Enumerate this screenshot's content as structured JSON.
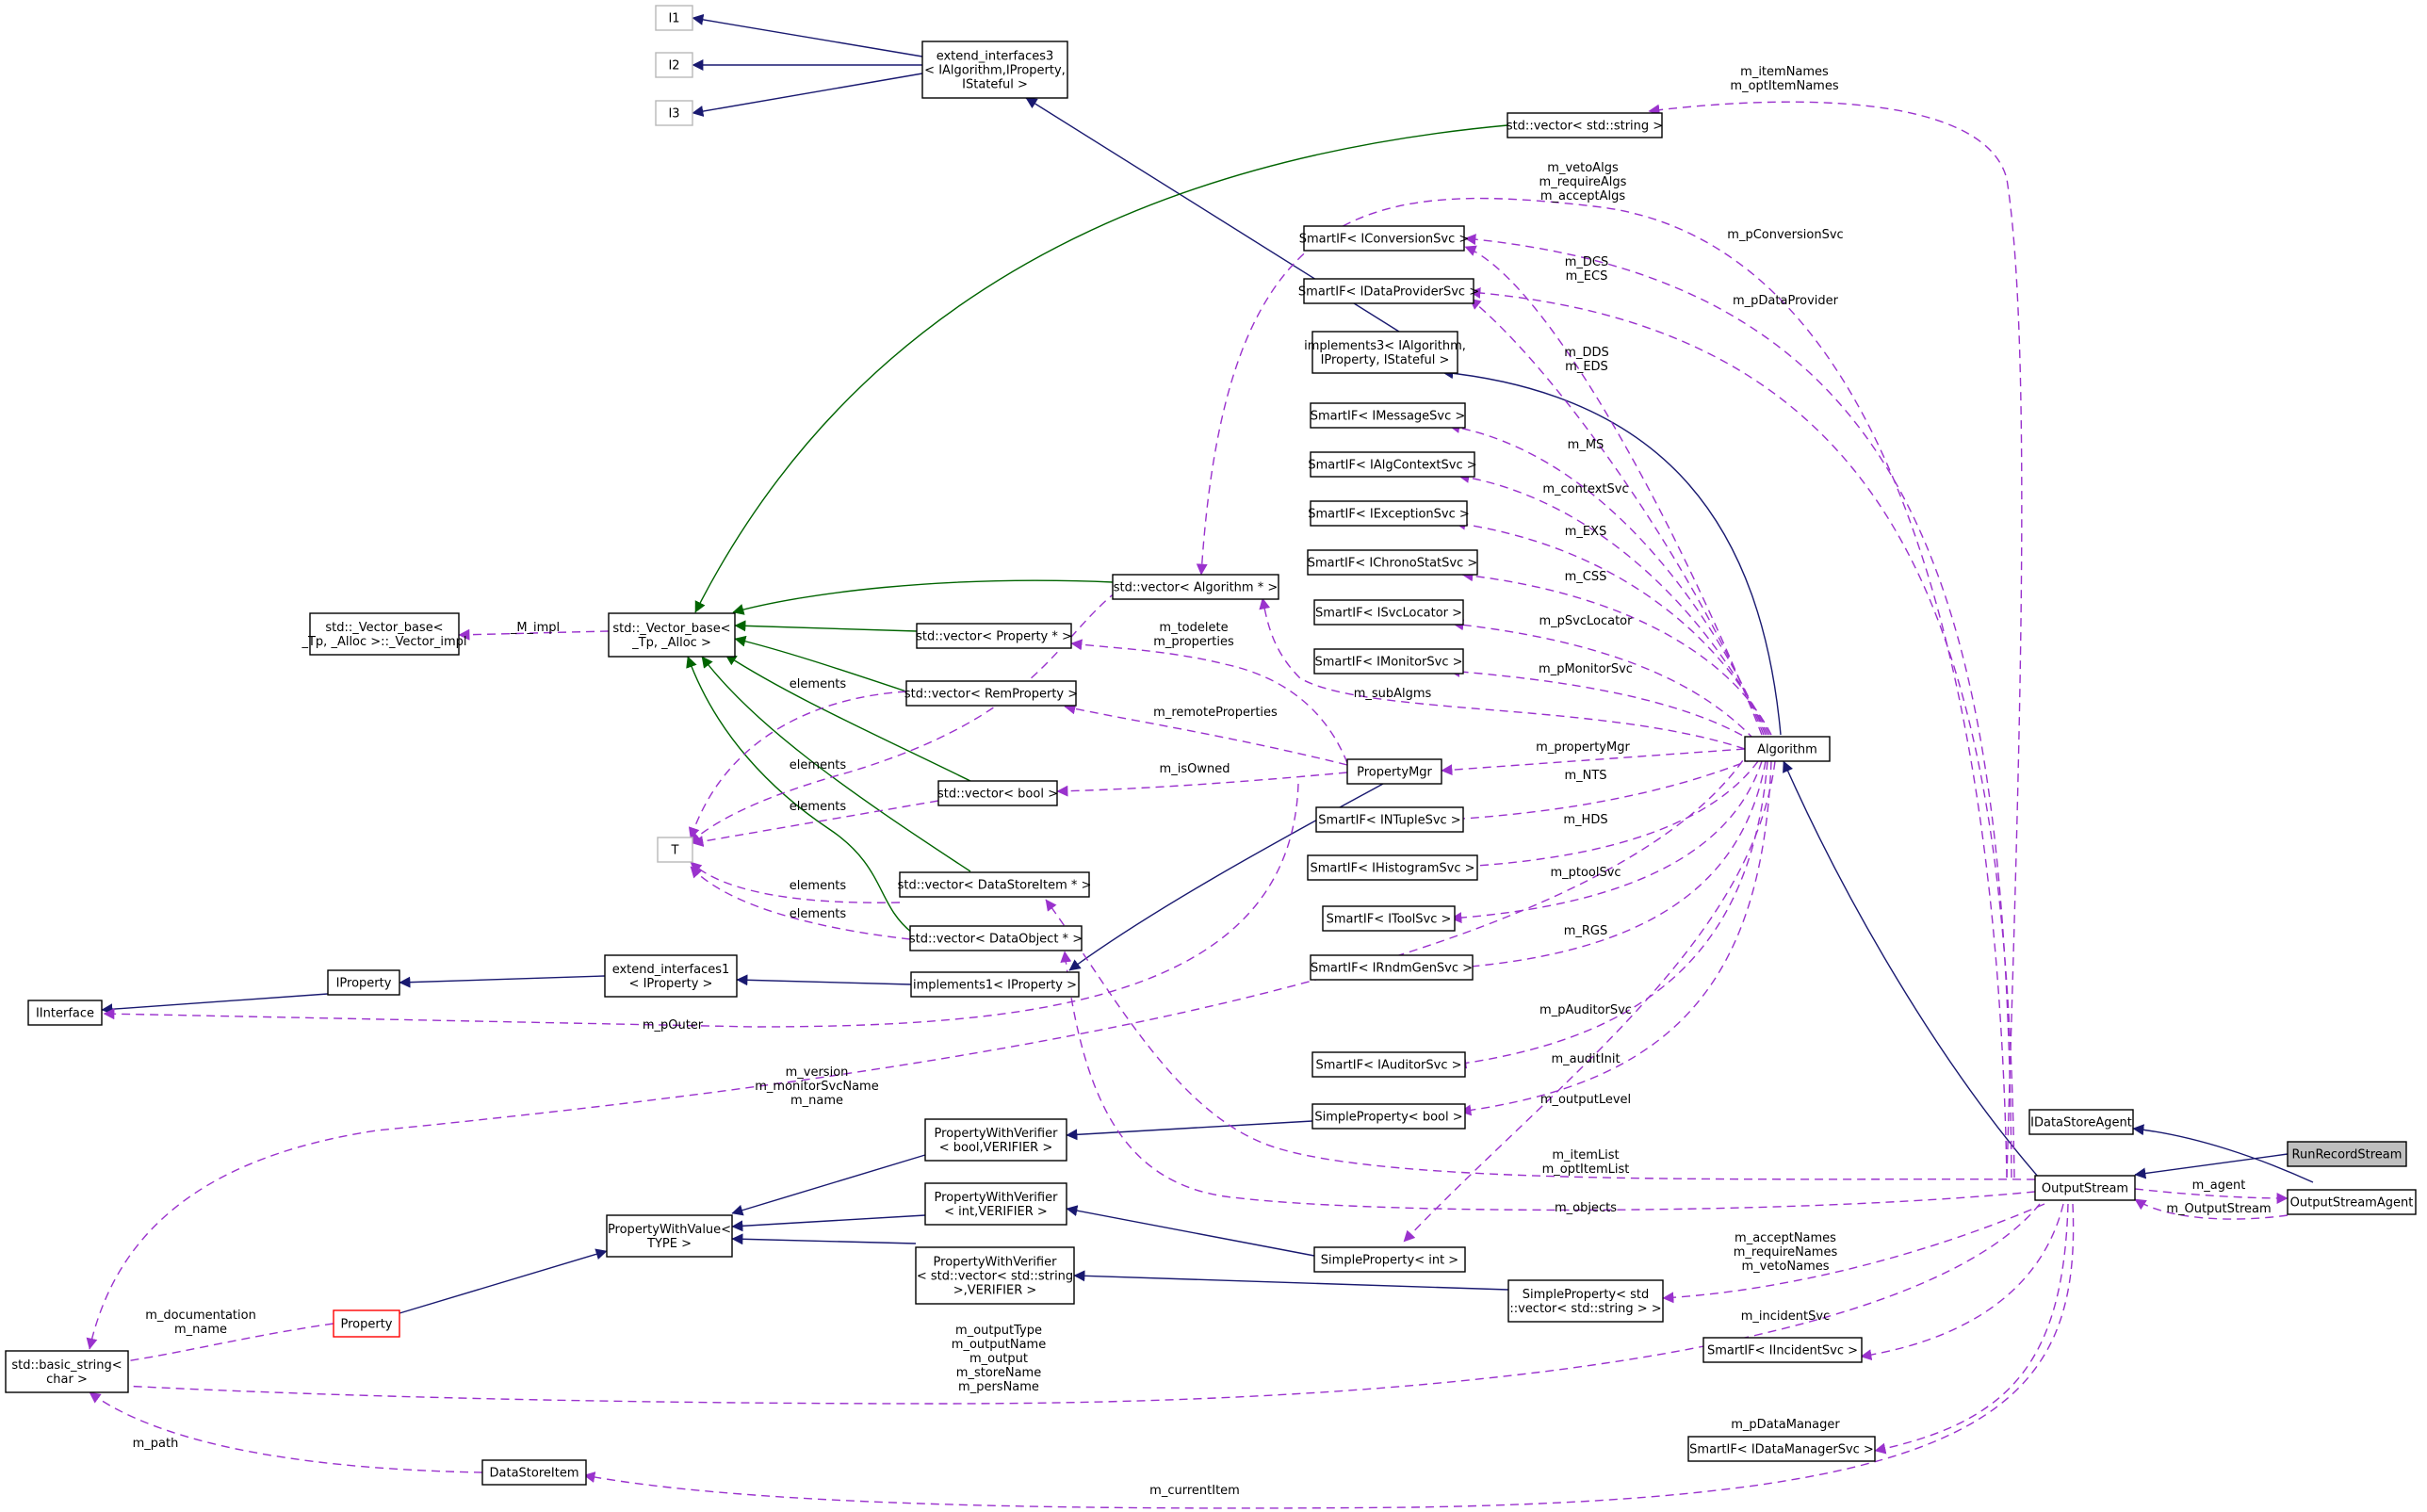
{
  "colors": {
    "inherit_public": "#191970",
    "inherit_template": "#006400",
    "usage": "#9a32cd",
    "node_border": "#000000",
    "undocumented_border": "#b8b8b8",
    "truncated_border": "#ff0000",
    "highlight_fill": "#bfbfbf"
  },
  "nodes": [
    {
      "id": "I1",
      "lines": [
        "I1"
      ],
      "style": "gray"
    },
    {
      "id": "I2",
      "lines": [
        "I2"
      ],
      "style": "gray"
    },
    {
      "id": "I3",
      "lines": [
        "I3"
      ],
      "style": "gray"
    },
    {
      "id": "ext3",
      "lines": [
        "extend_interfaces3",
        "< IAlgorithm,IProperty,",
        "IStateful >"
      ]
    },
    {
      "id": "vecstr",
      "lines": [
        "std::vector< std::string >"
      ]
    },
    {
      "id": "conv",
      "lines": [
        "SmartIF< IConversionSvc >"
      ]
    },
    {
      "id": "dataprov",
      "lines": [
        "SmartIF< IDataProviderSvc >"
      ]
    },
    {
      "id": "impl3",
      "lines": [
        "implements3< IAlgorithm,",
        "IProperty, IStateful >"
      ]
    },
    {
      "id": "msg",
      "lines": [
        "SmartIF< IMessageSvc >"
      ]
    },
    {
      "id": "algctx",
      "lines": [
        "SmartIF< IAlgContextSvc >"
      ]
    },
    {
      "id": "exc",
      "lines": [
        "SmartIF< IExceptionSvc >"
      ]
    },
    {
      "id": "chrono",
      "lines": [
        "SmartIF< IChronoStatSvc >"
      ]
    },
    {
      "id": "svcloc",
      "lines": [
        "SmartIF< ISvcLocator >"
      ]
    },
    {
      "id": "monitor",
      "lines": [
        "SmartIF< IMonitorSvc >"
      ]
    },
    {
      "id": "ntuple",
      "lines": [
        "SmartIF< INTupleSvc >"
      ]
    },
    {
      "id": "histo",
      "lines": [
        "SmartIF< IHistogramSvc >"
      ]
    },
    {
      "id": "tool",
      "lines": [
        "SmartIF< IToolSvc >"
      ]
    },
    {
      "id": "rndm",
      "lines": [
        "SmartIF< IRndmGenSvc >"
      ]
    },
    {
      "id": "auditor",
      "lines": [
        "SmartIF< IAuditorSvc >"
      ]
    },
    {
      "id": "spbool",
      "lines": [
        "SimpleProperty< bool >"
      ]
    },
    {
      "id": "vecimpl",
      "lines": [
        "std::_Vector_base<",
        "_Tp, _Alloc >::_Vector_impl"
      ]
    },
    {
      "id": "vecbase",
      "lines": [
        "std::_Vector_base<",
        "_Tp, _Alloc >"
      ]
    },
    {
      "id": "vecalg",
      "lines": [
        "std::vector< Algorithm * >"
      ]
    },
    {
      "id": "vecprop",
      "lines": [
        "std::vector< Property * >"
      ]
    },
    {
      "id": "vecrem",
      "lines": [
        "std::vector< RemProperty >"
      ]
    },
    {
      "id": "vecbool",
      "lines": [
        "std::vector< bool >"
      ]
    },
    {
      "id": "T",
      "lines": [
        "T"
      ],
      "style": "gray"
    },
    {
      "id": "vecdsi",
      "lines": [
        "std::vector< DataStoreItem * >"
      ]
    },
    {
      "id": "vecdo",
      "lines": [
        "std::vector< DataObject * >"
      ]
    },
    {
      "id": "propmgr",
      "lines": [
        "PropertyMgr"
      ]
    },
    {
      "id": "algorithm",
      "lines": [
        "Algorithm"
      ]
    },
    {
      "id": "iinterface",
      "lines": [
        "IInterface"
      ]
    },
    {
      "id": "iproperty",
      "lines": [
        "IProperty"
      ]
    },
    {
      "id": "ext1",
      "lines": [
        "extend_interfaces1",
        "< IProperty >"
      ]
    },
    {
      "id": "impl1",
      "lines": [
        "implements1< IProperty >"
      ]
    },
    {
      "id": "idsa",
      "lines": [
        "IDataStoreAgent"
      ]
    },
    {
      "id": "rrs",
      "lines": [
        "RunRecordStream"
      ],
      "style": "hl"
    },
    {
      "id": "outstream",
      "lines": [
        "OutputStream"
      ]
    },
    {
      "id": "osa",
      "lines": [
        "OutputStreamAgent"
      ]
    },
    {
      "id": "pwvbool",
      "lines": [
        "PropertyWithVerifier",
        "< bool,VERIFIER >"
      ]
    },
    {
      "id": "pwvint",
      "lines": [
        "PropertyWithVerifier",
        "< int,VERIFIER >"
      ]
    },
    {
      "id": "pwvval",
      "lines": [
        "PropertyWithValue<",
        "TYPE >"
      ]
    },
    {
      "id": "pwvstr",
      "lines": [
        "PropertyWithVerifier",
        "< std::vector< std::string",
        ">,VERIFIER >"
      ]
    },
    {
      "id": "spint",
      "lines": [
        "SimpleProperty< int >"
      ]
    },
    {
      "id": "spvec",
      "lines": [
        "SimpleProperty< std",
        "::vector< std::string > >"
      ]
    },
    {
      "id": "incident",
      "lines": [
        "SmartIF< IIncidentSvc >"
      ]
    },
    {
      "id": "datamgr",
      "lines": [
        "SmartIF< IDataManagerSvc >"
      ]
    },
    {
      "id": "basicstr",
      "lines": [
        "std::basic_string<",
        "char >"
      ]
    },
    {
      "id": "property",
      "lines": [
        "Property"
      ],
      "style": "red"
    },
    {
      "id": "dsi",
      "lines": [
        "DataStoreItem"
      ]
    }
  ],
  "edge_labels": [
    {
      "id": "l_itemnames",
      "lines": [
        "m_itemNames",
        "m_optItemNames"
      ]
    },
    {
      "id": "l_vetoalgs",
      "lines": [
        "m_vetoAlgs",
        "m_requireAlgs",
        "m_acceptAlgs"
      ]
    },
    {
      "id": "l_pconv",
      "lines": [
        "m_pConversionSvc"
      ]
    },
    {
      "id": "l_dcs",
      "lines": [
        "m_DCS",
        "m_ECS"
      ]
    },
    {
      "id": "l_pdataprov",
      "lines": [
        "m_pDataProvider"
      ]
    },
    {
      "id": "l_dds",
      "lines": [
        "m_DDS",
        "m_EDS"
      ]
    },
    {
      "id": "l_ms",
      "lines": [
        "m_MS"
      ]
    },
    {
      "id": "l_ctx",
      "lines": [
        "m_contextSvc"
      ]
    },
    {
      "id": "l_exs",
      "lines": [
        "m_EXS"
      ]
    },
    {
      "id": "l_css",
      "lines": [
        "m_CSS"
      ]
    },
    {
      "id": "l_svcloc",
      "lines": [
        "m_pSvcLocator"
      ]
    },
    {
      "id": "l_monitor",
      "lines": [
        "m_pMonitorSvc"
      ]
    },
    {
      "id": "l_todelete",
      "lines": [
        "m_todelete",
        "m_properties"
      ]
    },
    {
      "id": "l_subalgms",
      "lines": [
        "m_subAlgms"
      ]
    },
    {
      "id": "l_mimpl",
      "lines": [
        "_M_impl"
      ]
    },
    {
      "id": "l_el1",
      "lines": [
        "elements"
      ]
    },
    {
      "id": "l_remote",
      "lines": [
        "m_remoteProperties"
      ]
    },
    {
      "id": "l_el2",
      "lines": [
        "elements"
      ]
    },
    {
      "id": "l_isowned",
      "lines": [
        "m_isOwned"
      ]
    },
    {
      "id": "l_propmgr",
      "lines": [
        "m_propertyMgr"
      ]
    },
    {
      "id": "l_el3",
      "lines": [
        "elements"
      ]
    },
    {
      "id": "l_nts",
      "lines": [
        "m_NTS"
      ]
    },
    {
      "id": "l_hds",
      "lines": [
        "m_HDS"
      ]
    },
    {
      "id": "l_el4",
      "lines": [
        "elements"
      ]
    },
    {
      "id": "l_ptool",
      "lines": [
        "m_ptoolSvc"
      ]
    },
    {
      "id": "l_el5",
      "lines": [
        "elements"
      ]
    },
    {
      "id": "l_rgs",
      "lines": [
        "m_RGS"
      ]
    },
    {
      "id": "l_pouter",
      "lines": [
        "m_pOuter"
      ]
    },
    {
      "id": "l_pauditor",
      "lines": [
        "m_pAuditorSvc"
      ]
    },
    {
      "id": "l_auditinit",
      "lines": [
        "m_auditInit"
      ]
    },
    {
      "id": "l_version",
      "lines": [
        "m_version",
        "m_monitorSvcName",
        "m_name"
      ]
    },
    {
      "id": "l_outlevel",
      "lines": [
        "m_outputLevel"
      ]
    },
    {
      "id": "l_itemlist",
      "lines": [
        "m_itemList",
        "m_optItemList"
      ]
    },
    {
      "id": "l_objects",
      "lines": [
        "m_objects"
      ]
    },
    {
      "id": "l_agent",
      "lines": [
        "m_agent"
      ]
    },
    {
      "id": "l_outstream",
      "lines": [
        "m_OutputStream"
      ]
    },
    {
      "id": "l_acceptnames",
      "lines": [
        "m_acceptNames",
        "m_requireNames",
        "m_vetoNames"
      ]
    },
    {
      "id": "l_incident",
      "lines": [
        "m_incidentSvc"
      ]
    },
    {
      "id": "l_doc",
      "lines": [
        "m_documentation",
        "m_name"
      ]
    },
    {
      "id": "l_outtype",
      "lines": [
        "m_outputType",
        "m_outputName",
        "m_output",
        "m_storeName",
        "m_persName"
      ]
    },
    {
      "id": "l_pdatamgr",
      "lines": [
        "m_pDataManager"
      ]
    },
    {
      "id": "l_path",
      "lines": [
        "m_path"
      ]
    },
    {
      "id": "l_curitem",
      "lines": [
        "m_currentItem"
      ]
    }
  ]
}
